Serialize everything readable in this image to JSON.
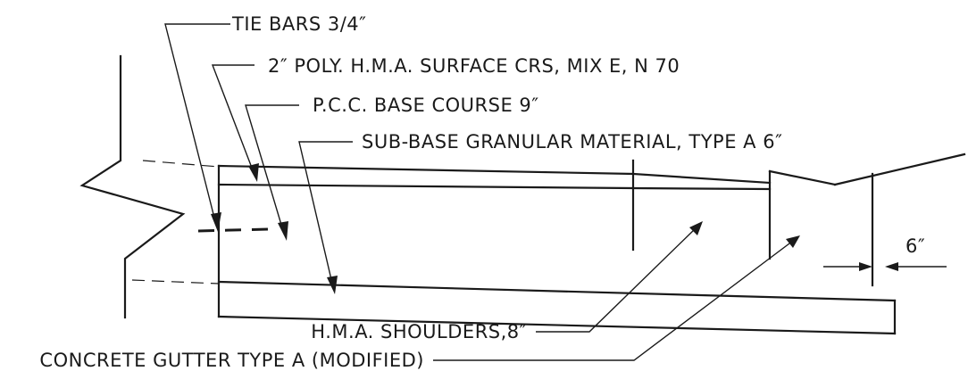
{
  "callouts": {
    "tie_bars": "TIE BARS 3/4″",
    "surface_course": "2″ POLY. H.M.A. SURFACE CRS, MIX E, N 70",
    "base_course": "P.C.C. BASE COURSE 9″",
    "sub_base": "SUB-BASE GRANULAR MATERIAL, TYPE A 6″",
    "shoulders": "H.M.A. SHOULDERS,8″",
    "gutter": "CONCRETE GUTTER TYPE A (MODIFIED)",
    "offset_dimension": "6″"
  }
}
